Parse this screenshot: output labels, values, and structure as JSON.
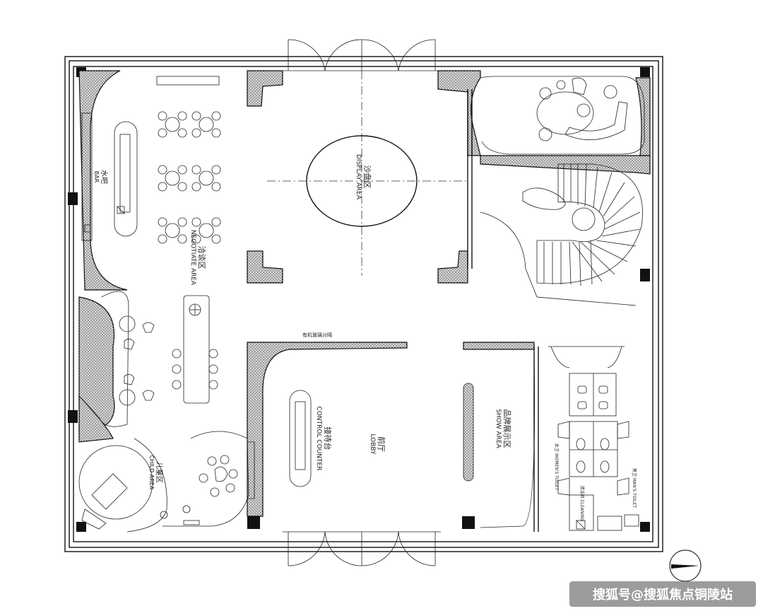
{
  "labels": {
    "bar_cn": "水吧",
    "bar_en": "BAR",
    "negotiate_cn": "洽谈区",
    "negotiate_en": "NEGOTIATE AREA",
    "display_cn": "沙盘区",
    "display_en": "DISPLAY AREA",
    "counter_cn": "接待台",
    "counter_en": "CONTROL COUNTER",
    "lobby_cn": "前厅",
    "lobby_en": "LOBBY",
    "show_cn": "品牌展示区",
    "show_en": "SHOW AREA",
    "child_cn": "儿童区",
    "child_en": "CHILD AREA",
    "top_note": "有机玻璃分隔",
    "toilet_w": "女卫 WOMEN'S TOILET",
    "toilet_m": "男卫 MAN'S TOILET",
    "cleaning": "清洁间 CLEANING"
  },
  "watermark": "搜狐号@搜狐焦点铜陵站",
  "colors": {
    "wall_hatch": "#555555",
    "watermark_bg": "#4a4a4a"
  }
}
